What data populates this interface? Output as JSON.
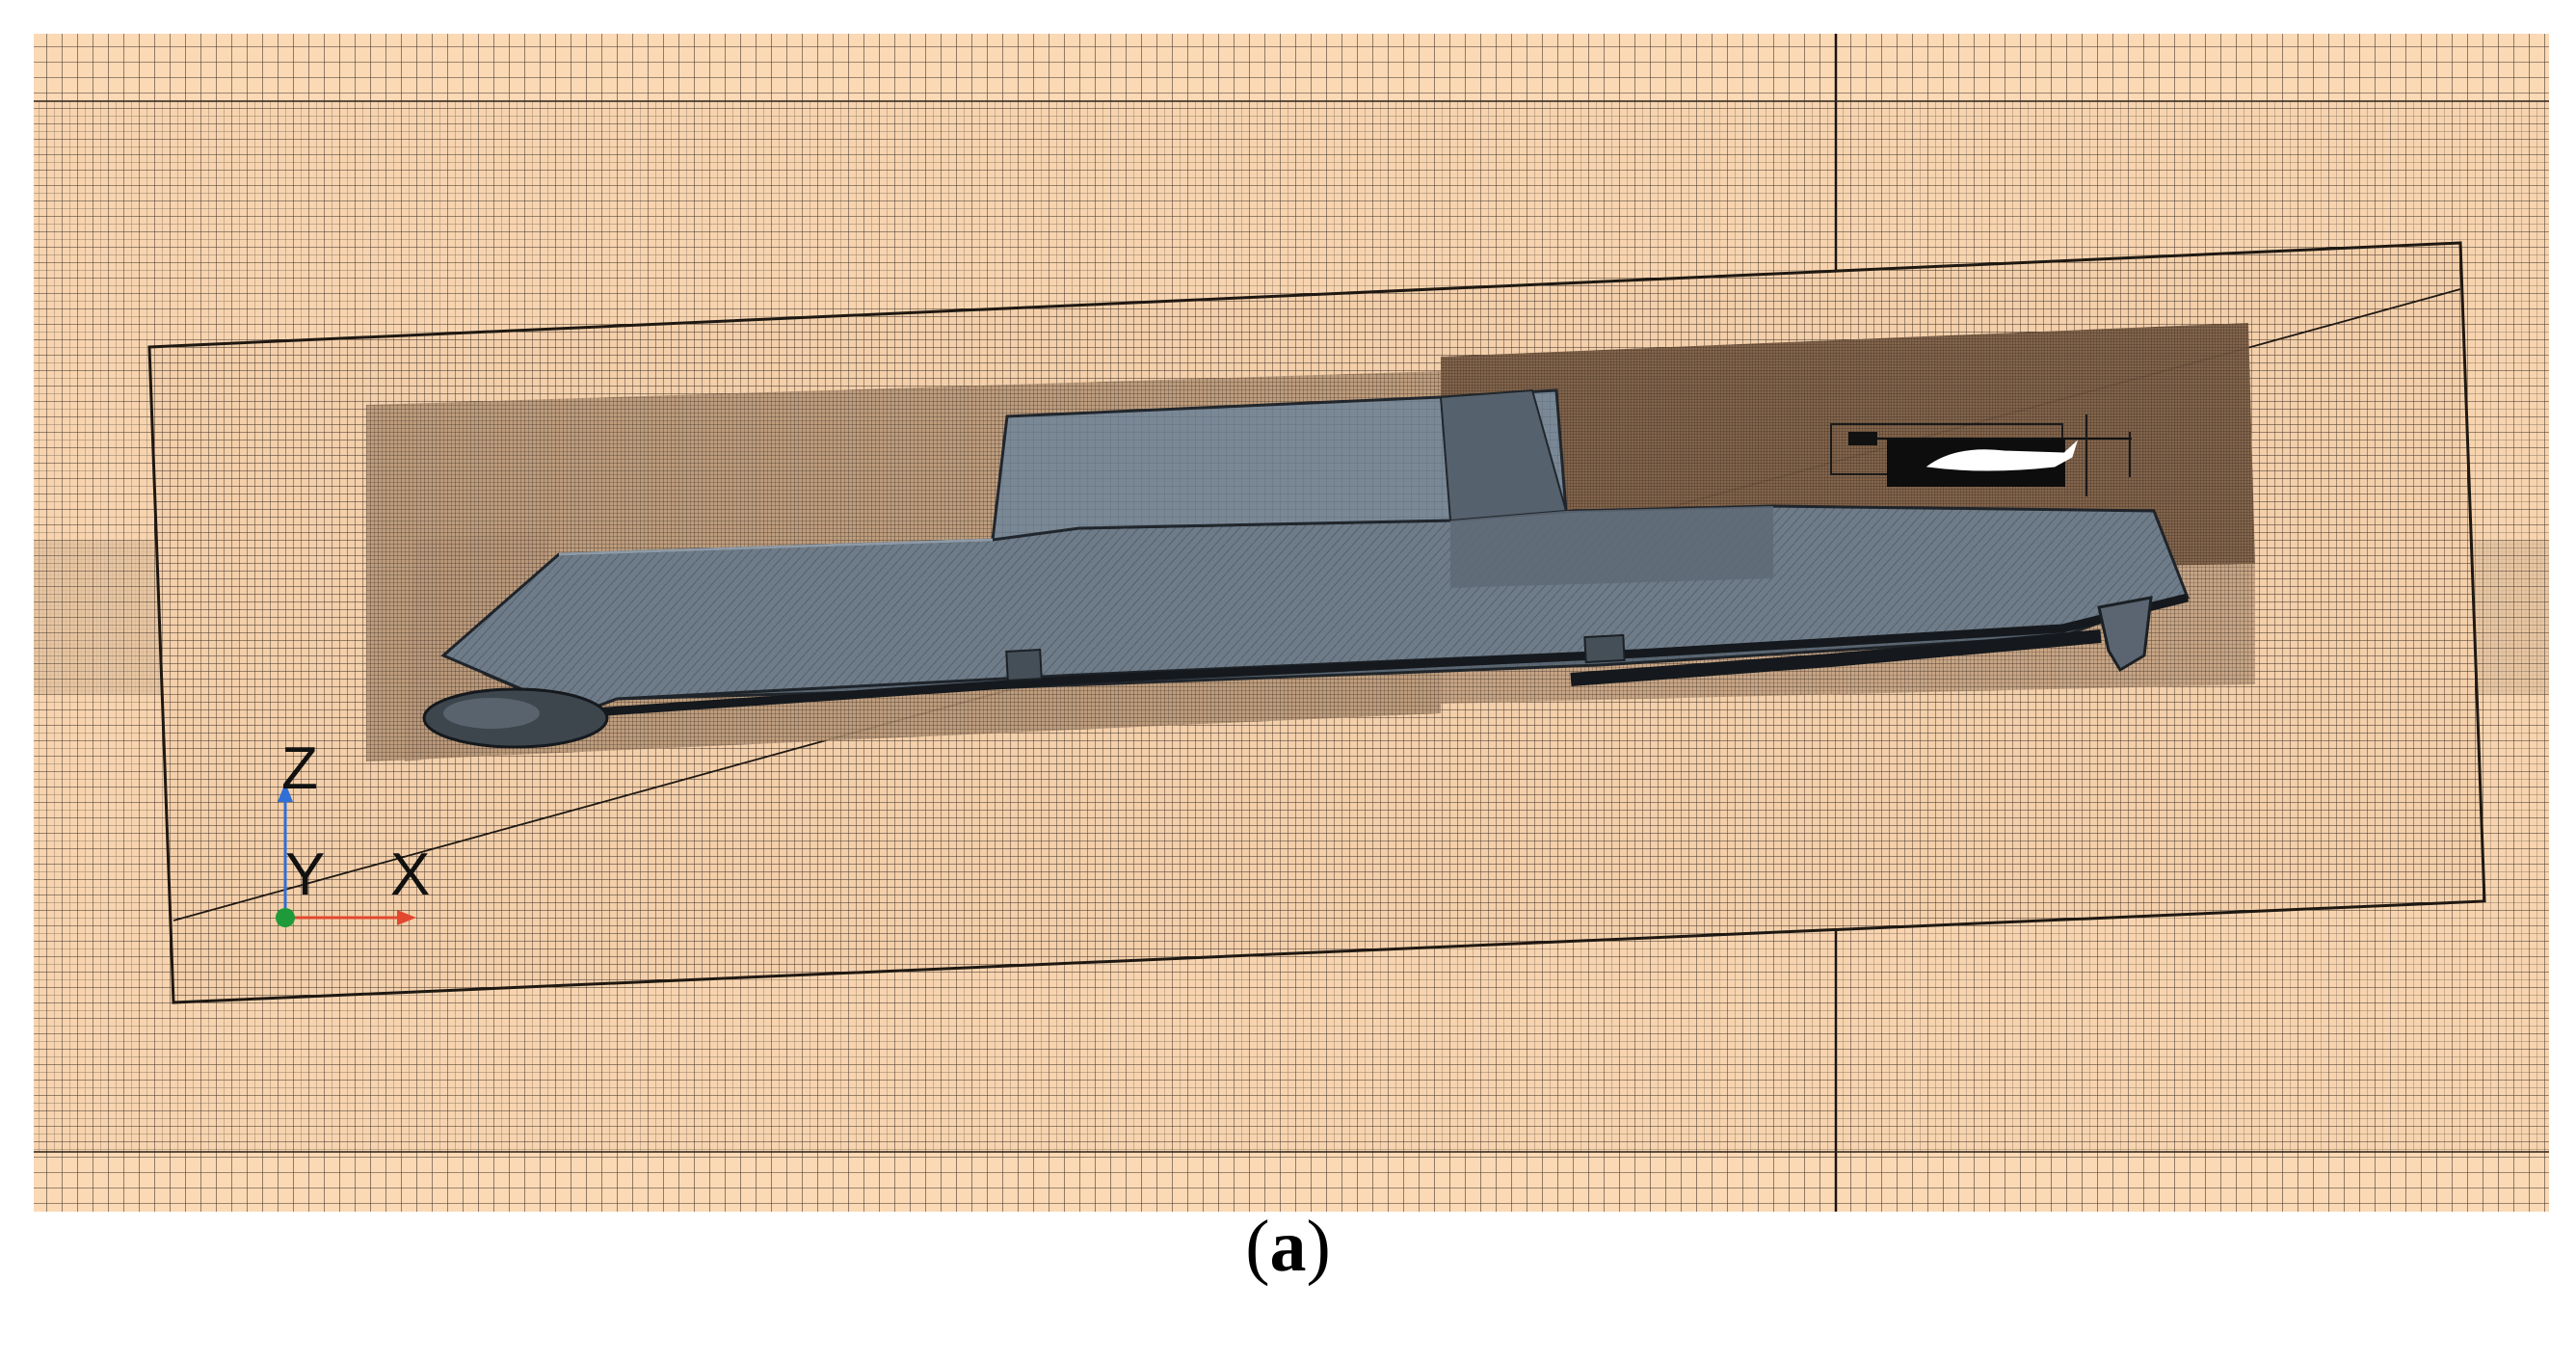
{
  "caption": {
    "open": "(",
    "label": "a",
    "close": ")"
  },
  "axes": {
    "z_label": "Z",
    "y_label": "Y",
    "x_label": "X",
    "z_color": "#2f6fd6",
    "x_color": "#e2472f",
    "y_color": "#1e9a3a"
  },
  "colors": {
    "background_mesh": "#fbd9b5",
    "coarse_grid_line": "#2a2420",
    "refined_region": "#c9ab8c",
    "fine_region": "#8a6a50",
    "hull": "#5c6874",
    "hull_light": "#7c8a98",
    "hull_dark": "#2f353c"
  }
}
